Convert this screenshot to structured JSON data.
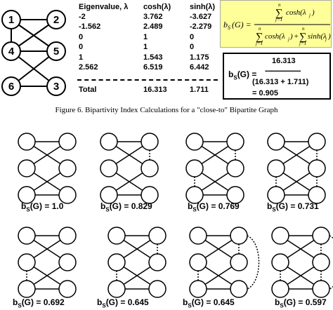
{
  "main_graph": {
    "node_labels": [
      "1",
      "2",
      "4",
      "5",
      "6",
      "3"
    ]
  },
  "eigen_table": {
    "headers": {
      "lambda": "Eigenvalue, λ",
      "cosh": "cosh(λ)",
      "sinh": "sinh(λ)"
    },
    "rows": [
      {
        "lambda": "-2",
        "cosh": "3.762",
        "sinh": "-3.627"
      },
      {
        "lambda": "-1.562",
        "cosh": "2.489",
        "sinh": "-2.279"
      },
      {
        "lambda": "0",
        "cosh": "1",
        "sinh": "0"
      },
      {
        "lambda": "0",
        "cosh": "1",
        "sinh": "0"
      },
      {
        "lambda": "1",
        "cosh": "1.543",
        "sinh": "1.175"
      },
      {
        "lambda": "2.562",
        "cosh": "6.519",
        "sinh": "6.442"
      }
    ],
    "total": {
      "label": "Total",
      "cosh": "16.313",
      "sinh": "1.711"
    }
  },
  "formula": {
    "lhs": "b",
    "lhs_sub": "S",
    "lhs_arg": "(G) =",
    "sum_top": "n",
    "sum_bottom": "j=1",
    "numerator": "cosh(λ",
    "denominator_a": "cosh(λ",
    "denominator_plus": "+",
    "denominator_b": "sinh(λ",
    "index": "j",
    "close": ")"
  },
  "calculation": {
    "lhs_b": "b",
    "lhs_sub": "S",
    "lhs_rest": "(G) =",
    "numerator": "16.313",
    "divider": "-------------------",
    "denominator": "(16.313 + 1.711)",
    "result": "= 0.905"
  },
  "caption": "Figure 6. Bipartivity Index Calculations for a \"close-to\" Bipartite Graph",
  "graph_labels": [
    {
      "b": "b",
      "sub": "S",
      "text": "(G) = 1.0"
    },
    {
      "b": "b",
      "sub": "S",
      "text": "(G) = 0.829"
    },
    {
      "b": "b",
      "sub": "S",
      "text": "(G) = 0.769"
    },
    {
      "b": "b",
      "sub": "S",
      "text": "(G) = 0.731"
    },
    {
      "b": "b",
      "sub": "S",
      "text": "(G) = 0.692"
    },
    {
      "b": "b",
      "sub": "S",
      "text": "(G) = 0.645"
    },
    {
      "b": "b",
      "sub": "S",
      "text": "(G) = 0.645"
    },
    {
      "b": "b",
      "sub": "S",
      "text": "(G) = 0.597"
    }
  ]
}
